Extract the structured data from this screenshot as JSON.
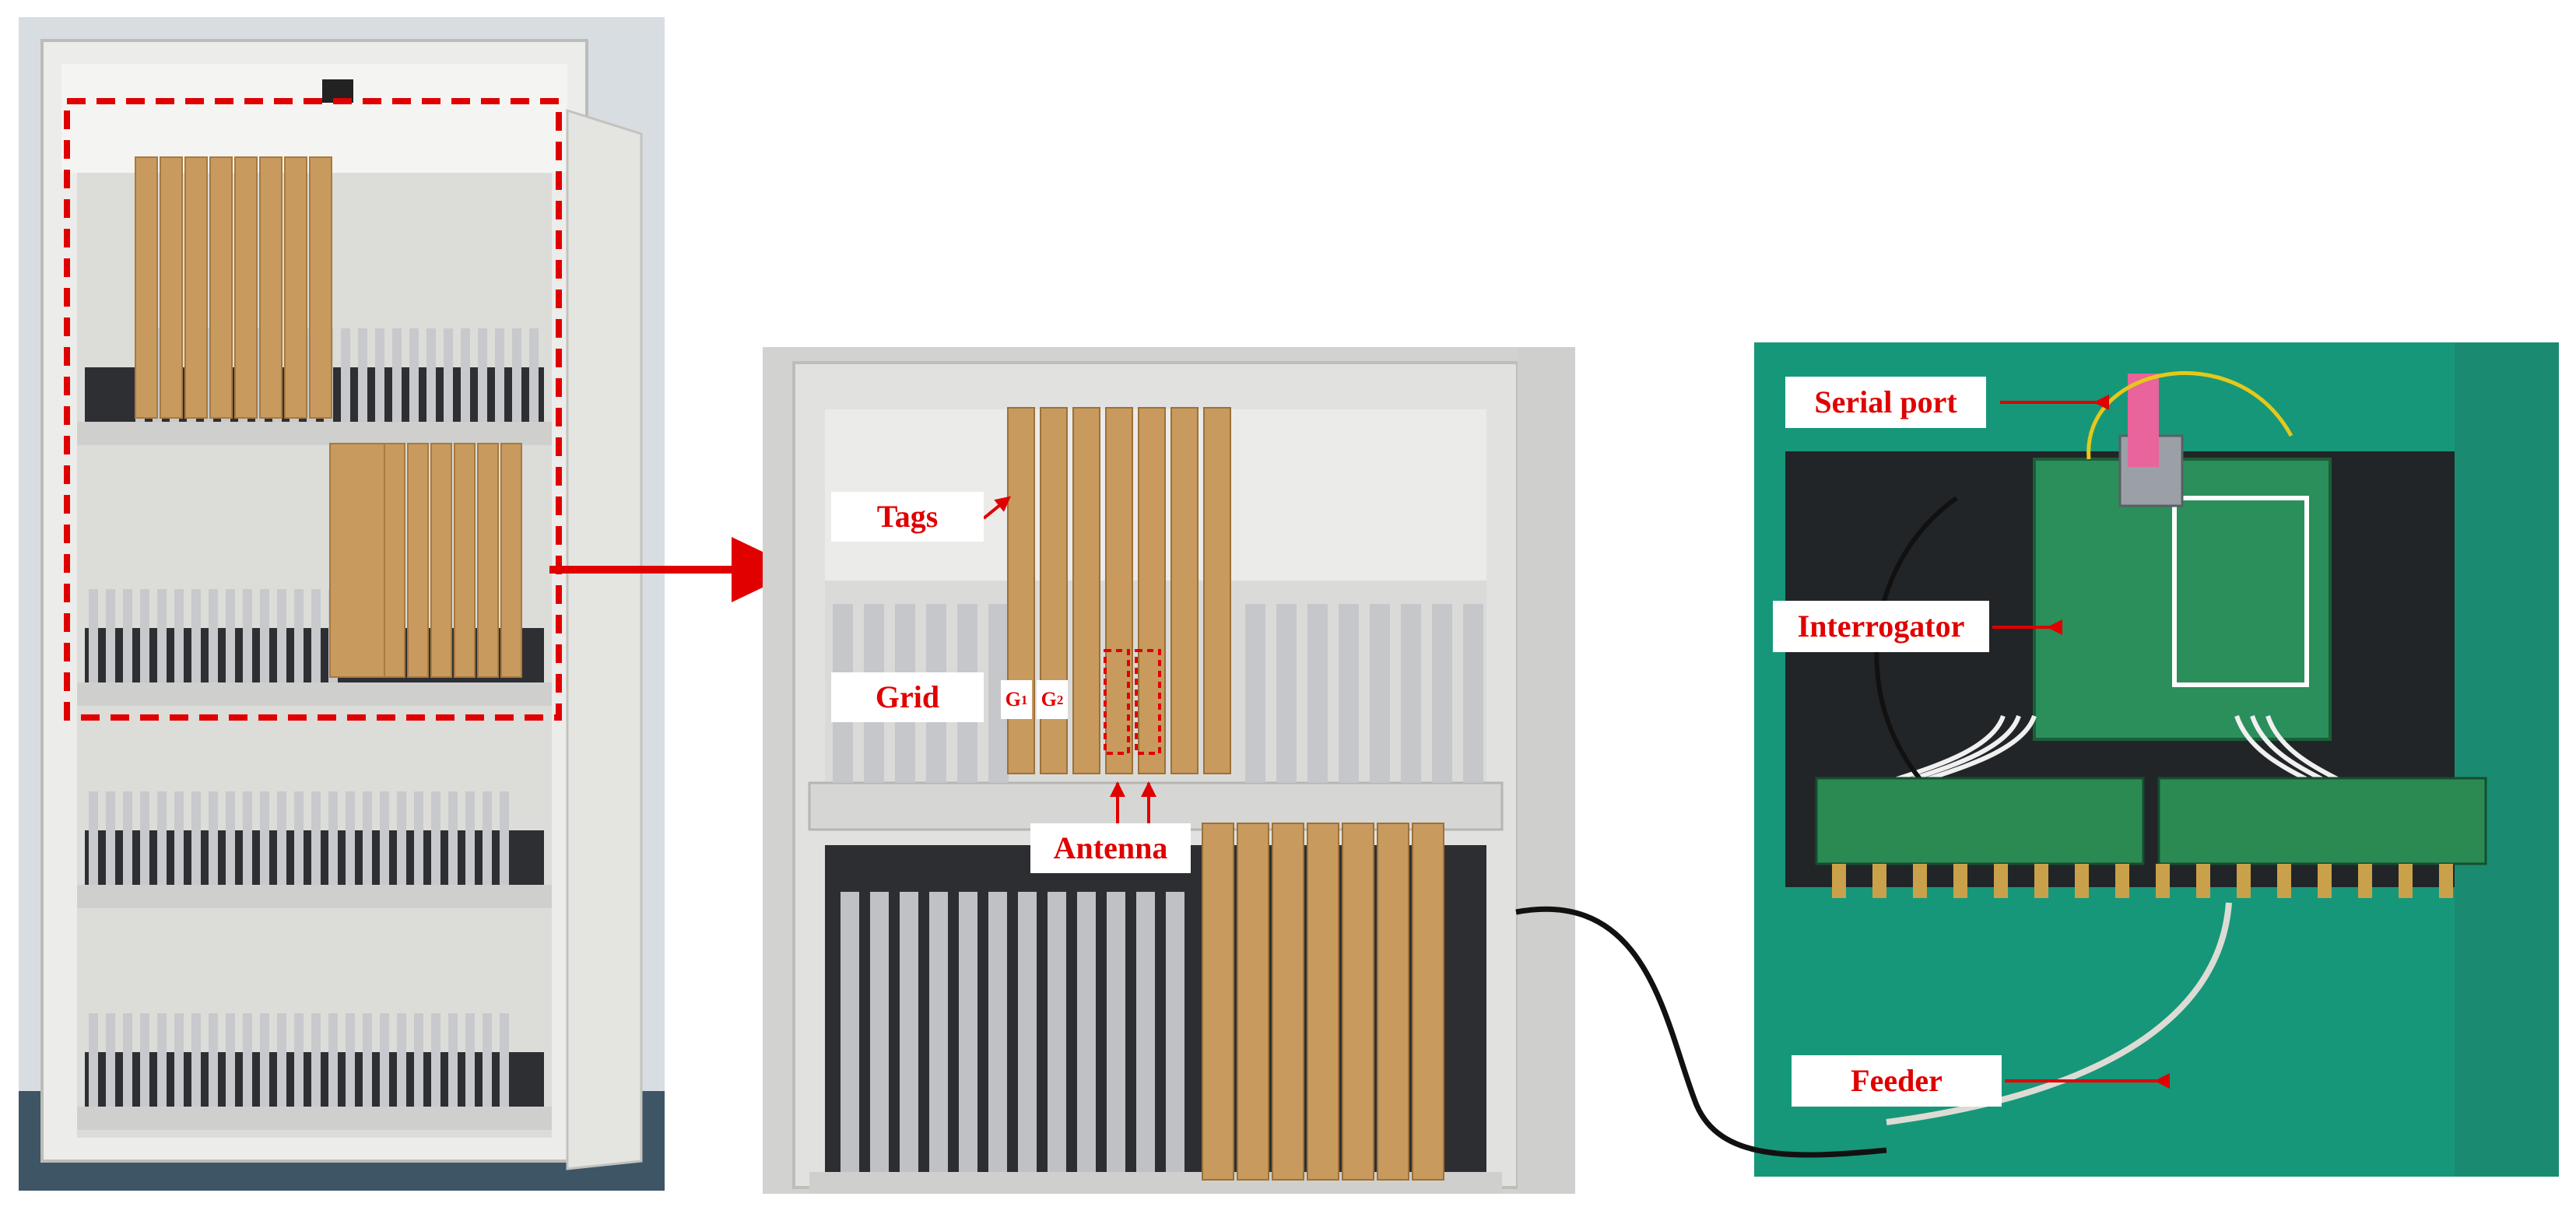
{
  "labels": {
    "tags": "Tags",
    "grid": "Grid",
    "g1_base": "G",
    "g1_sub": "1",
    "g2_base": "G",
    "g2_sub": "2",
    "antenna": "Antenna",
    "serial_port": "Serial port",
    "interrogator": "Interrogator",
    "feeder": "Feeder"
  },
  "colors": {
    "annotation_red": "#e00000",
    "label_bg": "#ffffff",
    "pcb_green": "#16977a",
    "cardboard": "#c89a5e",
    "cabinet_grey": "#e7e8e5",
    "divider_grey": "#c7c9cc",
    "cable": "#111111"
  }
}
